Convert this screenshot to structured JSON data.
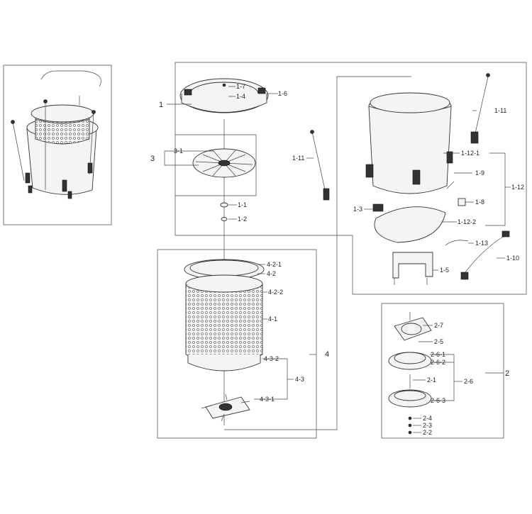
{
  "labels": {
    "l1": "1",
    "l1_7": "1-7",
    "l1_4": "1-4",
    "l1_6": "1-6",
    "l3": "3",
    "l3_1": "3-1",
    "l1_11a": "1-11",
    "l1_11b": "1-11",
    "l1_1": "1-1",
    "l1_2": "1-2",
    "l1_12_1": "1-12-1",
    "l1_9": "1-9",
    "l1_12": "1-12",
    "l1_8": "1-8",
    "l1_3": "1-3",
    "l1_12_2": "1-12-2",
    "l1_13": "1-13",
    "l1_10": "1-10",
    "l1_5": "1-5",
    "l4_2_1": "4-2-1",
    "l4_2": "4-2",
    "l4_2_2": "4-2-2",
    "l4_1": "4-1",
    "l4": "4",
    "l4_3_2": "4-3-2",
    "l4_3": "4-3",
    "l4_3_1": "4-3-1",
    "l2_7": "2-7",
    "l2_5": "2-5",
    "l2_6_1": "2-6-1",
    "l2_6_2": "2-6-2",
    "l2": "2",
    "l2_1": "2-1",
    "l2_6": "2-6",
    "l2_6_3": "2-6-3",
    "l2_4": "2-4",
    "l2_3": "2-3",
    "l2_2": "2-2"
  }
}
